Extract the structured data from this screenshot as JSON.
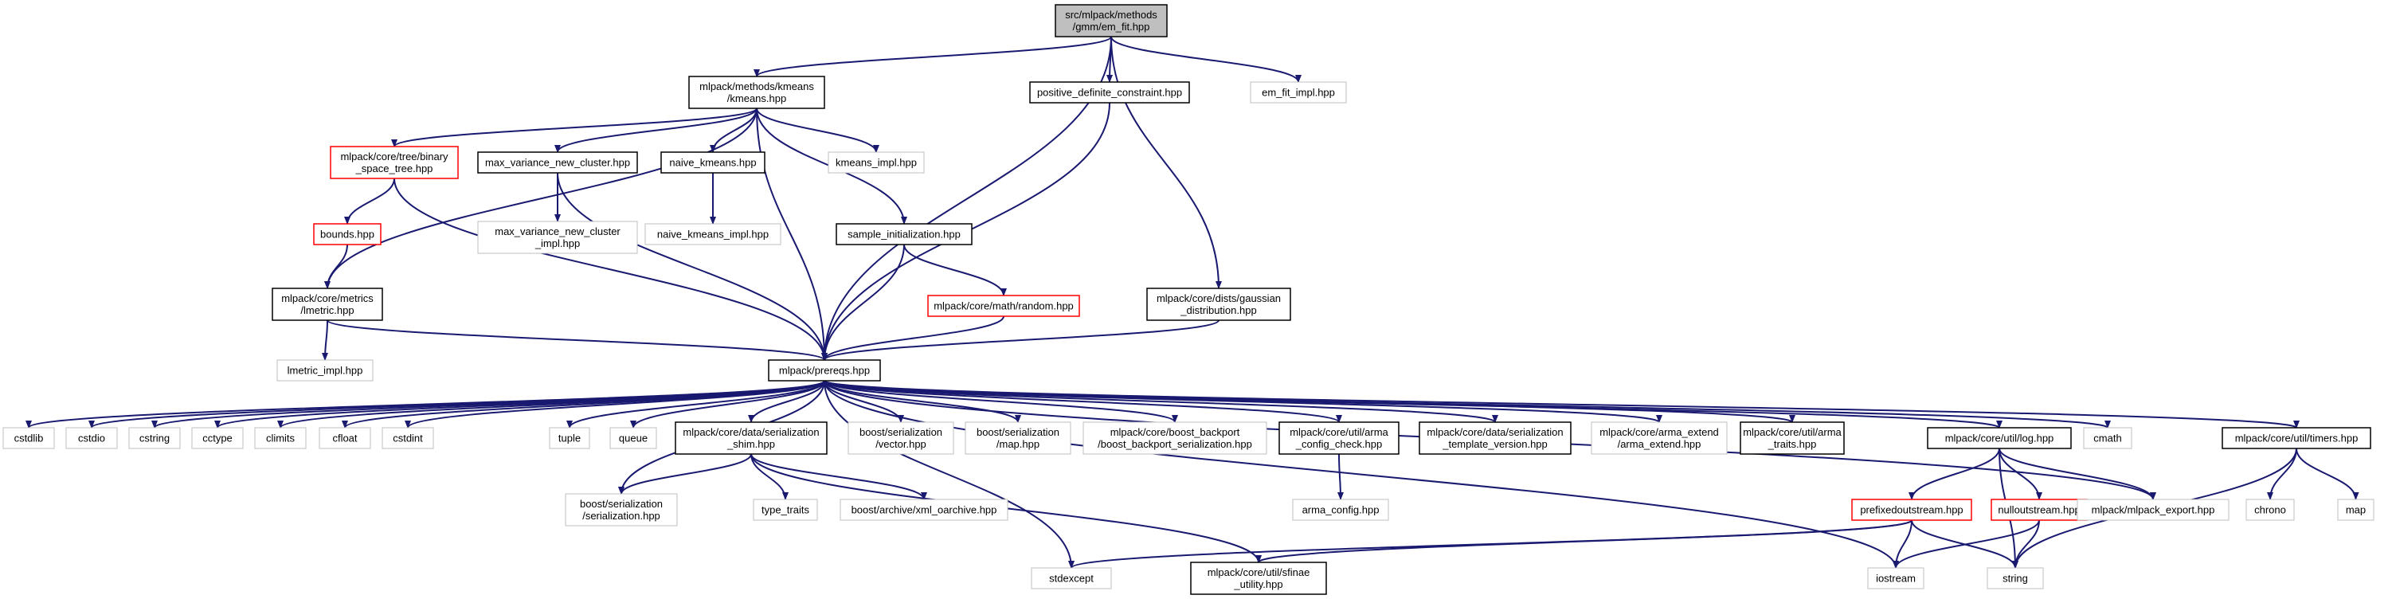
{
  "graph": {
    "colors": {
      "edge": "#191970",
      "root_fill": "#bfbfbf",
      "normal_border": "#000000",
      "truncated_border": "#ff0000",
      "external_border": "#bfbfbf",
      "background": "#ffffff"
    },
    "nodes": [
      {
        "id": "root",
        "lines": [
          "src/mlpack/methods",
          "/gmm/em_fit.hpp"
        ],
        "style": "root"
      },
      {
        "id": "kmeans",
        "lines": [
          "mlpack/methods/kmeans",
          "/kmeans.hpp"
        ],
        "style": "normal"
      },
      {
        "id": "pdc",
        "lines": [
          "positive_definite_constraint.hpp"
        ],
        "style": "normal"
      },
      {
        "id": "emfitimpl",
        "lines": [
          "em_fit_impl.hpp"
        ],
        "style": "external"
      },
      {
        "id": "bst",
        "lines": [
          "mlpack/core/tree/binary",
          "_space_tree.hpp"
        ],
        "style": "truncated"
      },
      {
        "id": "mvnc",
        "lines": [
          "max_variance_new_cluster.hpp"
        ],
        "style": "normal"
      },
      {
        "id": "naivek",
        "lines": [
          "naive_kmeans.hpp"
        ],
        "style": "normal"
      },
      {
        "id": "kmeansimpl",
        "lines": [
          "kmeans_impl.hpp"
        ],
        "style": "external"
      },
      {
        "id": "bounds",
        "lines": [
          "bounds.hpp"
        ],
        "style": "truncated"
      },
      {
        "id": "mvncimpl",
        "lines": [
          "max_variance_new_cluster",
          "_impl.hpp"
        ],
        "style": "external"
      },
      {
        "id": "naivekimpl",
        "lines": [
          "naive_kmeans_impl.hpp"
        ],
        "style": "external"
      },
      {
        "id": "sampleinit",
        "lines": [
          "sample_initialization.hpp"
        ],
        "style": "normal"
      },
      {
        "id": "lmetric",
        "lines": [
          "mlpack/core/metrics",
          "/lmetric.hpp"
        ],
        "style": "normal"
      },
      {
        "id": "random",
        "lines": [
          "mlpack/core/math/random.hpp"
        ],
        "style": "truncated"
      },
      {
        "id": "gaussian",
        "lines": [
          "mlpack/core/dists/gaussian",
          "_distribution.hpp"
        ],
        "style": "normal"
      },
      {
        "id": "lmetricimpl",
        "lines": [
          "lmetric_impl.hpp"
        ],
        "style": "external"
      },
      {
        "id": "prereqs",
        "lines": [
          "mlpack/prereqs.hpp"
        ],
        "style": "normal"
      },
      {
        "id": "cstdlib",
        "lines": [
          "cstdlib"
        ],
        "style": "external"
      },
      {
        "id": "cstdio",
        "lines": [
          "cstdio"
        ],
        "style": "external"
      },
      {
        "id": "cstring",
        "lines": [
          "cstring"
        ],
        "style": "external"
      },
      {
        "id": "cctype",
        "lines": [
          "cctype"
        ],
        "style": "external"
      },
      {
        "id": "climits",
        "lines": [
          "climits"
        ],
        "style": "external"
      },
      {
        "id": "cfloat",
        "lines": [
          "cfloat"
        ],
        "style": "external"
      },
      {
        "id": "cstdint",
        "lines": [
          "cstdint"
        ],
        "style": "external"
      },
      {
        "id": "tuple",
        "lines": [
          "tuple"
        ],
        "style": "external"
      },
      {
        "id": "queue",
        "lines": [
          "queue"
        ],
        "style": "external"
      },
      {
        "id": "shim",
        "lines": [
          "mlpack/core/data/serialization",
          "_shim.hpp"
        ],
        "style": "normal"
      },
      {
        "id": "bvector",
        "lines": [
          "boost/serialization",
          "/vector.hpp"
        ],
        "style": "external"
      },
      {
        "id": "bmap",
        "lines": [
          "boost/serialization",
          "/map.hpp"
        ],
        "style": "external"
      },
      {
        "id": "backport",
        "lines": [
          "mlpack/core/boost_backport",
          "/boost_backport_serialization.hpp"
        ],
        "style": "external"
      },
      {
        "id": "armacfg",
        "lines": [
          "mlpack/core/util/arma",
          "_config_check.hpp"
        ],
        "style": "normal"
      },
      {
        "id": "sertpl",
        "lines": [
          "mlpack/core/data/serialization",
          "_template_version.hpp"
        ],
        "style": "normal"
      },
      {
        "id": "armaext",
        "lines": [
          "mlpack/core/arma_extend",
          "/arma_extend.hpp"
        ],
        "style": "external"
      },
      {
        "id": "armatraits",
        "lines": [
          "mlpack/core/util/arma",
          "_traits.hpp"
        ],
        "style": "normal"
      },
      {
        "id": "log",
        "lines": [
          "mlpack/core/util/log.hpp"
        ],
        "style": "normal"
      },
      {
        "id": "cmath",
        "lines": [
          "cmath"
        ],
        "style": "external"
      },
      {
        "id": "timers",
        "lines": [
          "mlpack/core/util/timers.hpp"
        ],
        "style": "normal"
      },
      {
        "id": "bser",
        "lines": [
          "boost/serialization",
          "/serialization.hpp"
        ],
        "style": "external"
      },
      {
        "id": "typetraits",
        "lines": [
          "type_traits"
        ],
        "style": "external"
      },
      {
        "id": "xmlo",
        "lines": [
          "boost/archive/xml_oarchive.hpp"
        ],
        "style": "external"
      },
      {
        "id": "armaconfig",
        "lines": [
          "arma_config.hpp"
        ],
        "style": "external"
      },
      {
        "id": "prefixed",
        "lines": [
          "prefixedoutstream.hpp"
        ],
        "style": "truncated"
      },
      {
        "id": "nullout",
        "lines": [
          "nulloutstream.hpp"
        ],
        "style": "truncated"
      },
      {
        "id": "export",
        "lines": [
          "mlpack/mlpack_export.hpp"
        ],
        "style": "external"
      },
      {
        "id": "chrono",
        "lines": [
          "chrono"
        ],
        "style": "external"
      },
      {
        "id": "map",
        "lines": [
          "map"
        ],
        "style": "external"
      },
      {
        "id": "stdexcept",
        "lines": [
          "stdexcept"
        ],
        "style": "external"
      },
      {
        "id": "sfinae",
        "lines": [
          "mlpack/core/util/sfinae",
          "_utility.hpp"
        ],
        "style": "normal"
      },
      {
        "id": "iostream",
        "lines": [
          "iostream"
        ],
        "style": "external"
      },
      {
        "id": "string",
        "lines": [
          "string"
        ],
        "style": "external"
      }
    ],
    "edges": [
      [
        "root",
        "kmeans"
      ],
      [
        "root",
        "pdc"
      ],
      [
        "root",
        "emfitimpl"
      ],
      [
        "root",
        "gaussian"
      ],
      [
        "root",
        "prereqs"
      ],
      [
        "kmeans",
        "bst"
      ],
      [
        "kmeans",
        "mvnc"
      ],
      [
        "kmeans",
        "naivek"
      ],
      [
        "kmeans",
        "kmeansimpl"
      ],
      [
        "kmeans",
        "sampleinit"
      ],
      [
        "kmeans",
        "lmetric"
      ],
      [
        "kmeans",
        "prereqs"
      ],
      [
        "pdc",
        "prereqs"
      ],
      [
        "bst",
        "bounds"
      ],
      [
        "bst",
        "prereqs"
      ],
      [
        "mvnc",
        "mvncimpl"
      ],
      [
        "mvnc",
        "prereqs"
      ],
      [
        "naivek",
        "naivekimpl"
      ],
      [
        "bounds",
        "lmetric"
      ],
      [
        "sampleinit",
        "random"
      ],
      [
        "sampleinit",
        "prereqs"
      ],
      [
        "lmetric",
        "lmetricimpl"
      ],
      [
        "lmetric",
        "prereqs"
      ],
      [
        "random",
        "prereqs"
      ],
      [
        "gaussian",
        "prereqs"
      ],
      [
        "prereqs",
        "cstdlib"
      ],
      [
        "prereqs",
        "cstdio"
      ],
      [
        "prereqs",
        "cstring"
      ],
      [
        "prereqs",
        "cctype"
      ],
      [
        "prereqs",
        "climits"
      ],
      [
        "prereqs",
        "cfloat"
      ],
      [
        "prereqs",
        "cstdint"
      ],
      [
        "prereqs",
        "stdexcept"
      ],
      [
        "prereqs",
        "bser"
      ],
      [
        "prereqs",
        "tuple"
      ],
      [
        "prereqs",
        "queue"
      ],
      [
        "prereqs",
        "shim"
      ],
      [
        "prereqs",
        "bvector"
      ],
      [
        "prereqs",
        "bmap"
      ],
      [
        "prereqs",
        "backport"
      ],
      [
        "prereqs",
        "armacfg"
      ],
      [
        "prereqs",
        "sertpl"
      ],
      [
        "prereqs",
        "armaext"
      ],
      [
        "prereqs",
        "armatraits"
      ],
      [
        "prereqs",
        "iostream"
      ],
      [
        "prereqs",
        "log"
      ],
      [
        "prereqs",
        "cmath"
      ],
      [
        "prereqs",
        "timers"
      ],
      [
        "prereqs",
        "export"
      ],
      [
        "shim",
        "bser"
      ],
      [
        "shim",
        "typetraits"
      ],
      [
        "shim",
        "xmlo"
      ],
      [
        "shim",
        "sfinae"
      ],
      [
        "armacfg",
        "armaconfig"
      ],
      [
        "log",
        "prefixed"
      ],
      [
        "log",
        "nullout"
      ],
      [
        "log",
        "export"
      ],
      [
        "log",
        "string"
      ],
      [
        "prefixed",
        "stdexcept"
      ],
      [
        "prefixed",
        "sfinae"
      ],
      [
        "prefixed",
        "iostream"
      ],
      [
        "prefixed",
        "string"
      ],
      [
        "nullout",
        "iostream"
      ],
      [
        "nullout",
        "string"
      ],
      [
        "timers",
        "chrono"
      ],
      [
        "timers",
        "map"
      ],
      [
        "timers",
        "string"
      ]
    ]
  }
}
